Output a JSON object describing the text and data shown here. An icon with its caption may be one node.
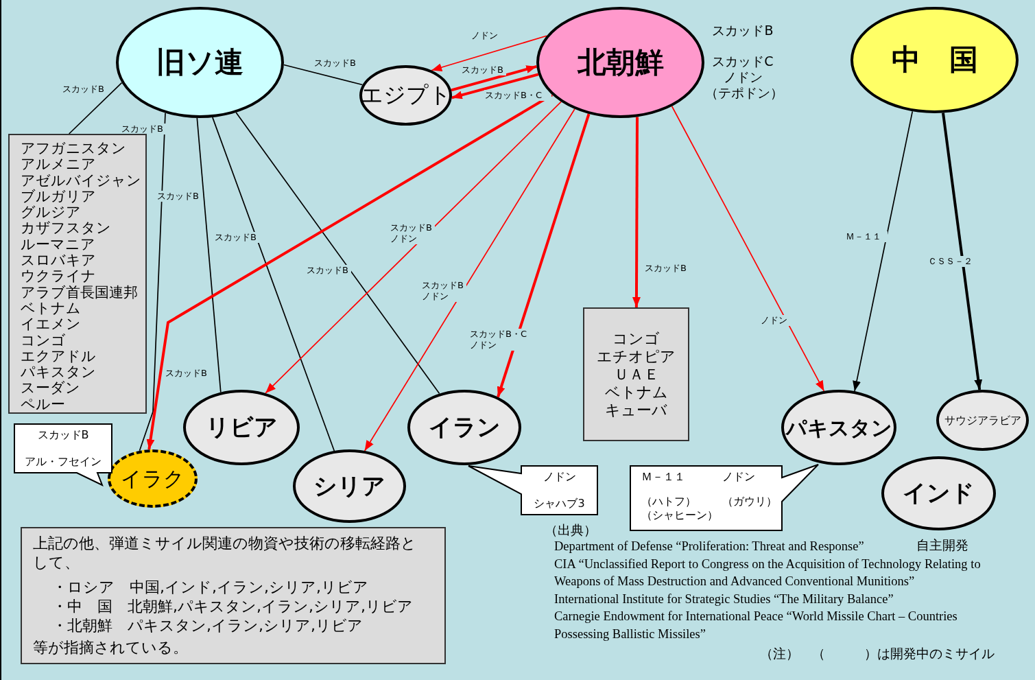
{
  "diagram": {
    "nodes": [
      {
        "text": [
          "旧ソ連"
        ]
      },
      {
        "text": [
          "エジプト"
        ]
      },
      {
        "text": [
          "北朝鮮"
        ],
        "beside": [
          "スカッドB",
          "スカッドC",
          "ノドン",
          "（テポドン）"
        ]
      },
      {
        "text": [
          "中　国"
        ]
      },
      {
        "text": [
          "アフガニスタン",
          "アルメニア",
          "アゼルバイジャン",
          "ブルガリア",
          "グルジア",
          "カザフスタン",
          "ルーマニア",
          "スロバキア",
          "ウクライナ",
          "アラブ首長国連邦",
          "ベトナム",
          "イエメン",
          "コンゴ",
          "エクアドル",
          "パキスタン",
          "スーダン",
          "ペルー"
        ]
      },
      {
        "text": [
          "イラク"
        ]
      },
      {
        "text": [
          "リビア"
        ]
      },
      {
        "text": [
          "シリア"
        ]
      },
      {
        "text": [
          "イラン"
        ]
      },
      {
        "text": [
          "コンゴ",
          "エチオピア",
          "ＵＡＥ",
          "ベトナム",
          "キューバ"
        ]
      },
      {
        "text": [
          "パキスタン"
        ]
      },
      {
        "text": [
          "サウジアラビア"
        ]
      },
      {
        "text": [
          "インド"
        ],
        "beside": [
          "自主開発"
        ]
      },
      {
        "text": [
          "スカッドB",
          "アル・フセイン"
        ]
      },
      {
        "text": [
          "ノドン",
          "シャハブ3"
        ]
      },
      {
        "text": [
          "Ｍ－１１",
          "（ハトフ）",
          "（シャヒーン）",
          "ノドン",
          "（ガウリ）"
        ]
      },
      {
        "text": [
          "上記の他、弾道ミサイル関連の物資や技術の移転経路として、",
          "・ロシア　中国,インド,イラン,シリア,リビア",
          "・中　国　北朝鮮,パキスタン,イラン,シリア,リビア",
          "・北朝鮮　パキスタン,イラン,シリア,リビア",
          "等が指摘されている。"
        ]
      }
    ],
    "edges": [
      {
        "from": 0,
        "to": 4,
        "arrow": "none",
        "label": "スカッドB",
        "color": "#000000"
      },
      {
        "from": 0,
        "to": 5,
        "arrow": "none",
        "label": "スカッドB",
        "color": "#000000"
      },
      {
        "from": 0,
        "to": 1,
        "arrow": "none",
        "label": "スカッドB",
        "color": "#000000"
      },
      {
        "from": 0,
        "to": 6,
        "arrow": "none",
        "label": "スカッドB",
        "color": "#000000"
      },
      {
        "from": 0,
        "to": 7,
        "arrow": "none",
        "label": "スカッドB",
        "color": "#000000"
      },
      {
        "from": 0,
        "to": 8,
        "arrow": "none",
        "label": "スカッドB",
        "color": "#000000"
      },
      {
        "from": 2,
        "to": 1,
        "arrow": "to",
        "label": "ノドン"
      },
      {
        "from": 1,
        "to": 2,
        "arrow": "to",
        "label": "スカッドB",
        "style": "thick"
      },
      {
        "from": 2,
        "to": 1,
        "arrow": "to",
        "label": "スカッドB・C",
        "style": "thick"
      },
      {
        "from": 2,
        "to": 5,
        "arrow": "to",
        "label": "スカッドB",
        "style": "thick"
      },
      {
        "from": 2,
        "to": 6,
        "arrow": "to",
        "label": "スカッドB ノドン"
      },
      {
        "from": 2,
        "to": 7,
        "arrow": "to",
        "label": "スカッドB ノドン"
      },
      {
        "from": 2,
        "to": 8,
        "arrow": "to",
        "label": "スカッドB・C ノドン",
        "style": "thick"
      },
      {
        "from": 2,
        "to": 9,
        "arrow": "to",
        "label": "スカッドB",
        "style": "thick"
      },
      {
        "from": 2,
        "to": 10,
        "arrow": "to",
        "label": "ノドン"
      },
      {
        "from": 3,
        "to": 10,
        "arrow": "to",
        "label": "Ｍ－１１",
        "color": "#000000"
      },
      {
        "from": 3,
        "to": 11,
        "arrow": "to",
        "label": "ＣＳＳ－２",
        "style": "thick",
        "color": "#000000"
      }
    ],
    "labels": [
      "（出典）",
      "Department of Defense “Proliferation: Threat and Response”",
      "CIA “Unclassified Report to Congress on the Acquisition of Technology Relating to Weapons of Mass Destruction and Advanced Conventional Munitions”",
      "International Institute for Strategic Studies “The Military Balance”",
      "Carnegie Endowment for International Peace “World Missile Chart – Countries Possessing Ballistic Missiles”",
      "（注）　（　　　）は開発中のミサイル"
    ]
  }
}
